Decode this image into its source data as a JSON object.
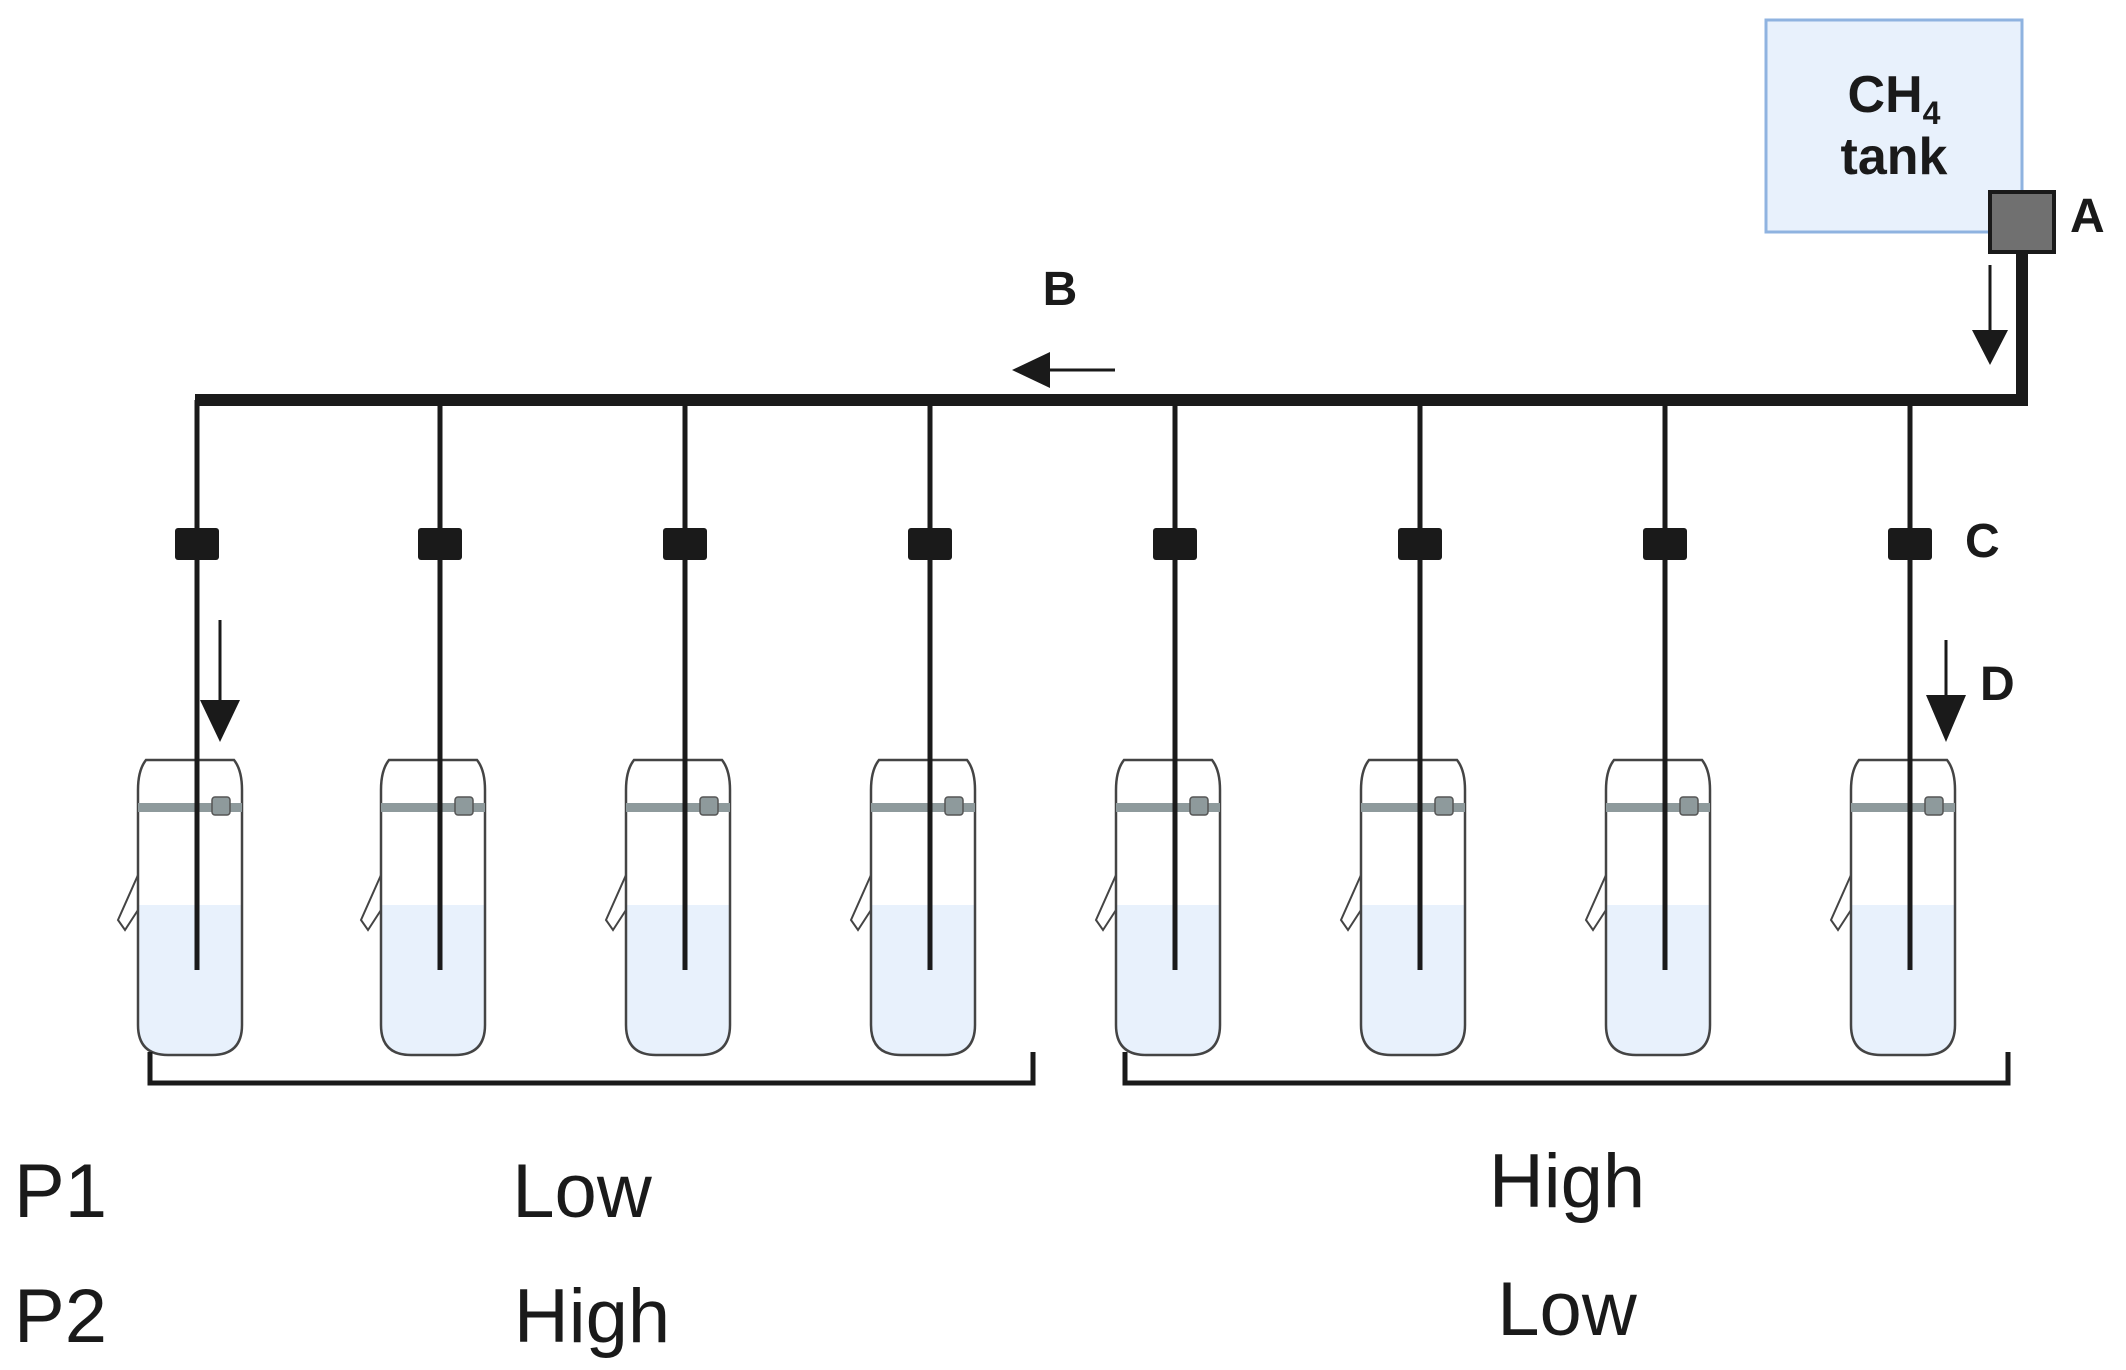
{
  "tank": {
    "line1": "CH",
    "subscript": "4",
    "line2": "tank",
    "fill": "#e8f1fc",
    "stroke": "#8fb3e0"
  },
  "labels": {
    "a": "A",
    "b": "B",
    "c": "C",
    "d": "D"
  },
  "bottles": {
    "count": 8,
    "liquid": "#e8f1fc",
    "outline": "#444444",
    "cap": "#8e9a9c"
  },
  "groups": [
    {
      "p1": "Low",
      "p2": "High"
    },
    {
      "p1": "High",
      "p2": "Low"
    }
  ],
  "rows": {
    "p1": "P1",
    "p2": "P2"
  },
  "colors": {
    "pipe": "#1a1a1a",
    "valve_main": "#707070"
  }
}
